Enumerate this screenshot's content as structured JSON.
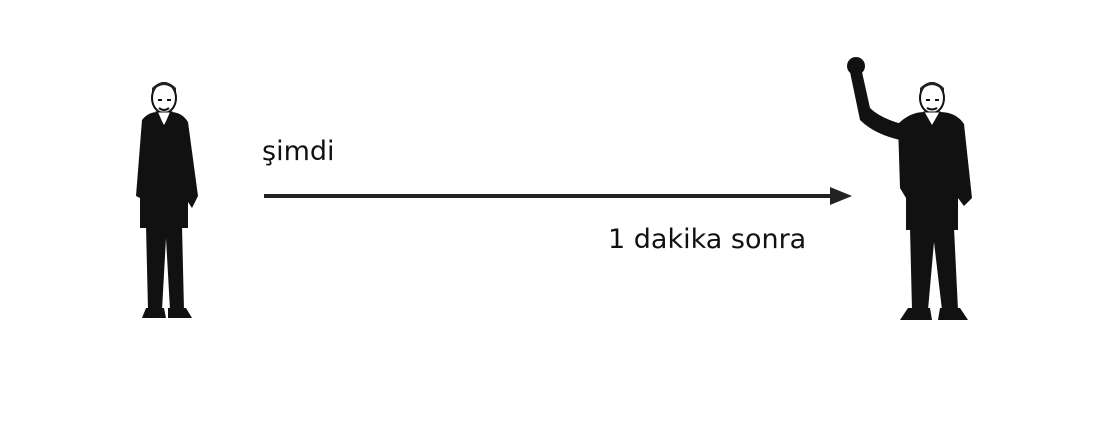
{
  "labels": {
    "start": "şimdi",
    "end": "1 dakika sonra"
  },
  "figures": {
    "left": {
      "pose": "standing-hands-behind-back"
    },
    "right": {
      "pose": "standing-fist-raised"
    }
  },
  "colors": {
    "ink": "#111111",
    "background": "#ffffff"
  }
}
